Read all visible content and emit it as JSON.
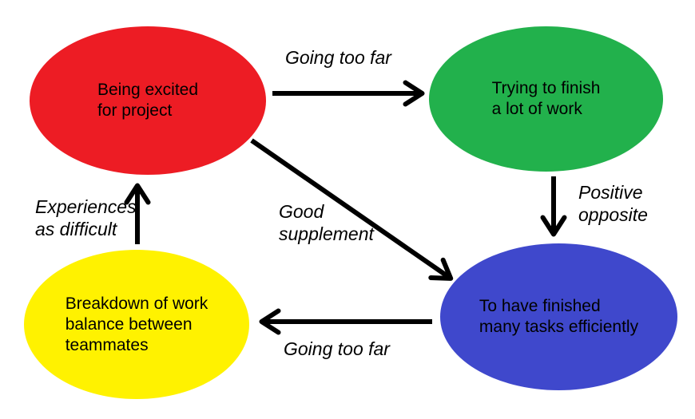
{
  "diagram": {
    "background": "#ffffff",
    "arrow_color": "#000000",
    "text_color": "#000000",
    "nodes": [
      {
        "id": "being-excited",
        "label": "Being excited\nfor project",
        "color": "#ED1C24"
      },
      {
        "id": "trying-to-finish",
        "label": "Trying to finish\na lot of work",
        "color": "#22B14C"
      },
      {
        "id": "finished-tasks",
        "label": "To have finished\nmany tasks efficiently",
        "color": "#3F48CC"
      },
      {
        "id": "breakdown",
        "label": "Breakdown of work\nbalance between\nteammates",
        "color": "#FFF200"
      }
    ],
    "edges": [
      {
        "from": "being-excited",
        "to": "trying-to-finish",
        "label": "Going too far"
      },
      {
        "from": "trying-to-finish",
        "to": "finished-tasks",
        "label": "Positive\nopposite"
      },
      {
        "from": "being-excited",
        "to": "finished-tasks",
        "label": "Good\nsupplement"
      },
      {
        "from": "finished-tasks",
        "to": "breakdown",
        "label": "Going too far"
      },
      {
        "from": "breakdown",
        "to": "being-excited",
        "label": "Experiences\nas difficult"
      }
    ]
  }
}
